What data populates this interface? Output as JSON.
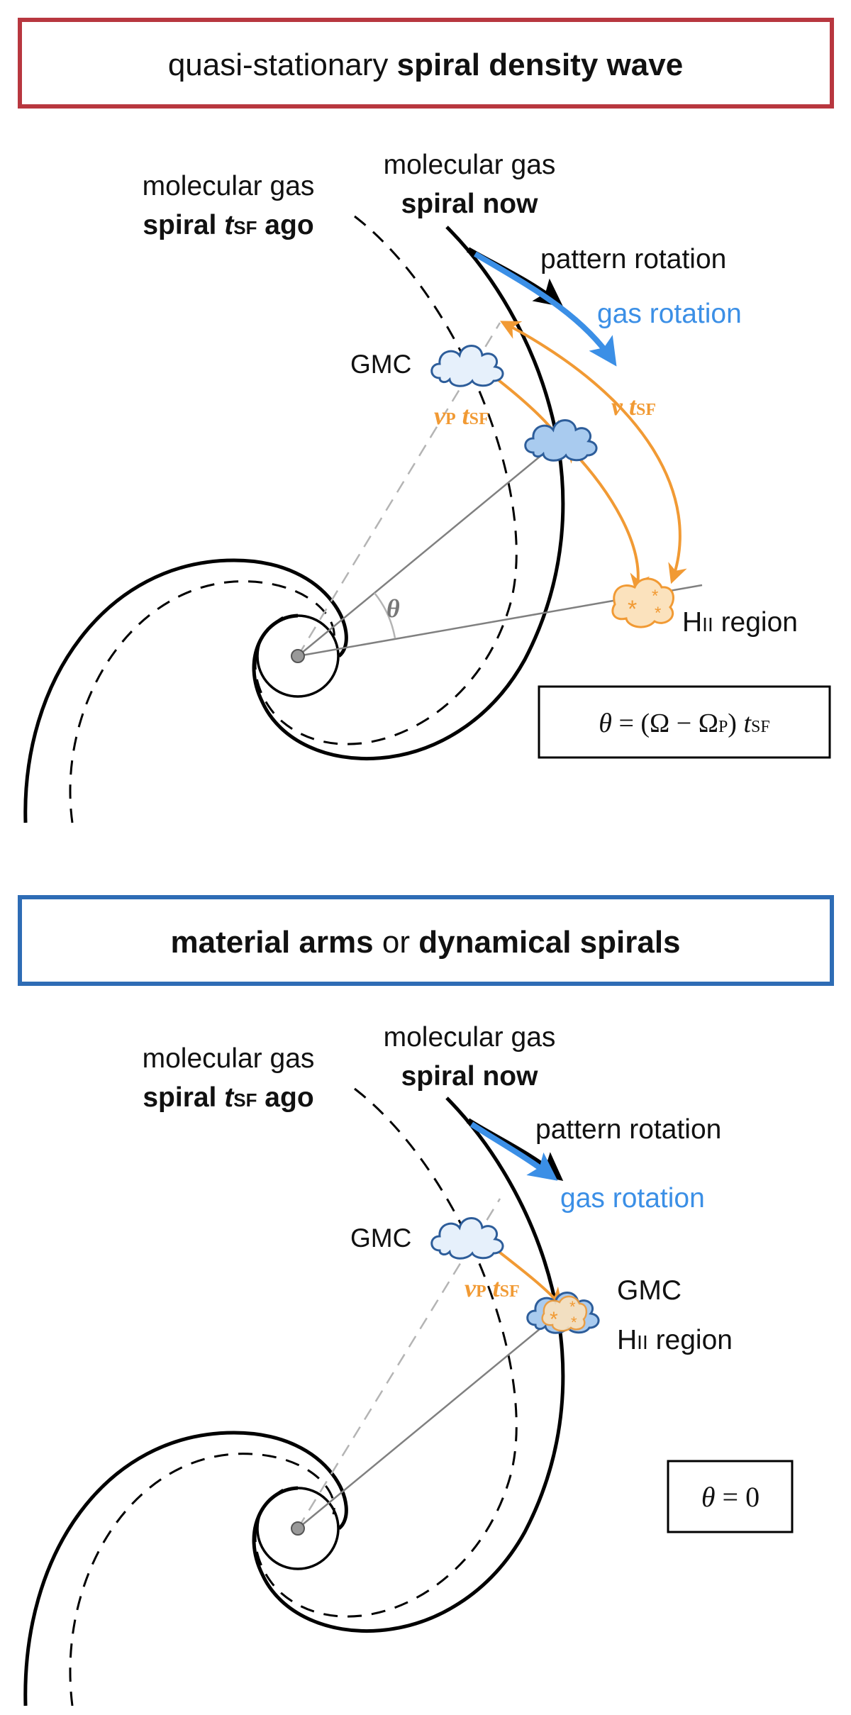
{
  "colors": {
    "panel1_border": "#b8373f",
    "panel2_border": "#2e6cb5",
    "gas_rotation": "#3b8fe6",
    "orange": "#f19a34",
    "cloud_outline": "#2d5d9a",
    "cloud_fill_light": "#e6f0fb",
    "cloud_fill_blue": "#a9cbef",
    "hii_fill": "#fbe2bd",
    "radial_line": "#808080",
    "dashed_radial": "#b4b4b4"
  },
  "panel1": {
    "title_a": "quasi-stationary ",
    "title_b": "spiral density wave",
    "mg_ago_line1": "molecular gas",
    "mg_ago_line2a": "spiral ",
    "mg_ago_line2b": "t",
    "mg_ago_line2c": "SF",
    "mg_ago_line2d": " ago",
    "mg_now_line1": "molecular gas",
    "mg_now_line2": "spiral now",
    "pattern_rotation": "pattern rotation",
    "gas_rotation": "gas rotation",
    "gmc": "GMC",
    "vp_v": "v",
    "vp_sub": "P",
    "vp_t": "t",
    "vp_tsub": "SF",
    "v_v": "v",
    "v_t": "t",
    "v_tsub": "SF",
    "theta": "θ",
    "hii_h": "H",
    "hii_ii": "II",
    "hii_rest": " region",
    "formula_a": "θ",
    "formula_b": " = (Ω − Ω",
    "formula_c": "P",
    "formula_d": ") ",
    "formula_e": "t",
    "formula_f": "SF"
  },
  "panel2": {
    "title_a": "material arms",
    "title_b": " or ",
    "title_c": "dynamical spirals",
    "mg_ago_line1": "molecular gas",
    "mg_ago_line2a": "spiral ",
    "mg_ago_line2b": "t",
    "mg_ago_line2c": "SF",
    "mg_ago_line2d": " ago",
    "mg_now_line1": "molecular gas",
    "mg_now_line2": "spiral now",
    "pattern_rotation": "pattern rotation",
    "gas_rotation": "gas rotation",
    "gmc_left": "GMC",
    "gmc_right": "GMC",
    "vp_v": "v",
    "vp_sub": "P",
    "vp_t": "t",
    "vp_tsub": "SF",
    "hii_h": "H",
    "hii_ii": "II",
    "hii_rest": " region",
    "formula_a": "θ",
    "formula_b": " = 0"
  }
}
